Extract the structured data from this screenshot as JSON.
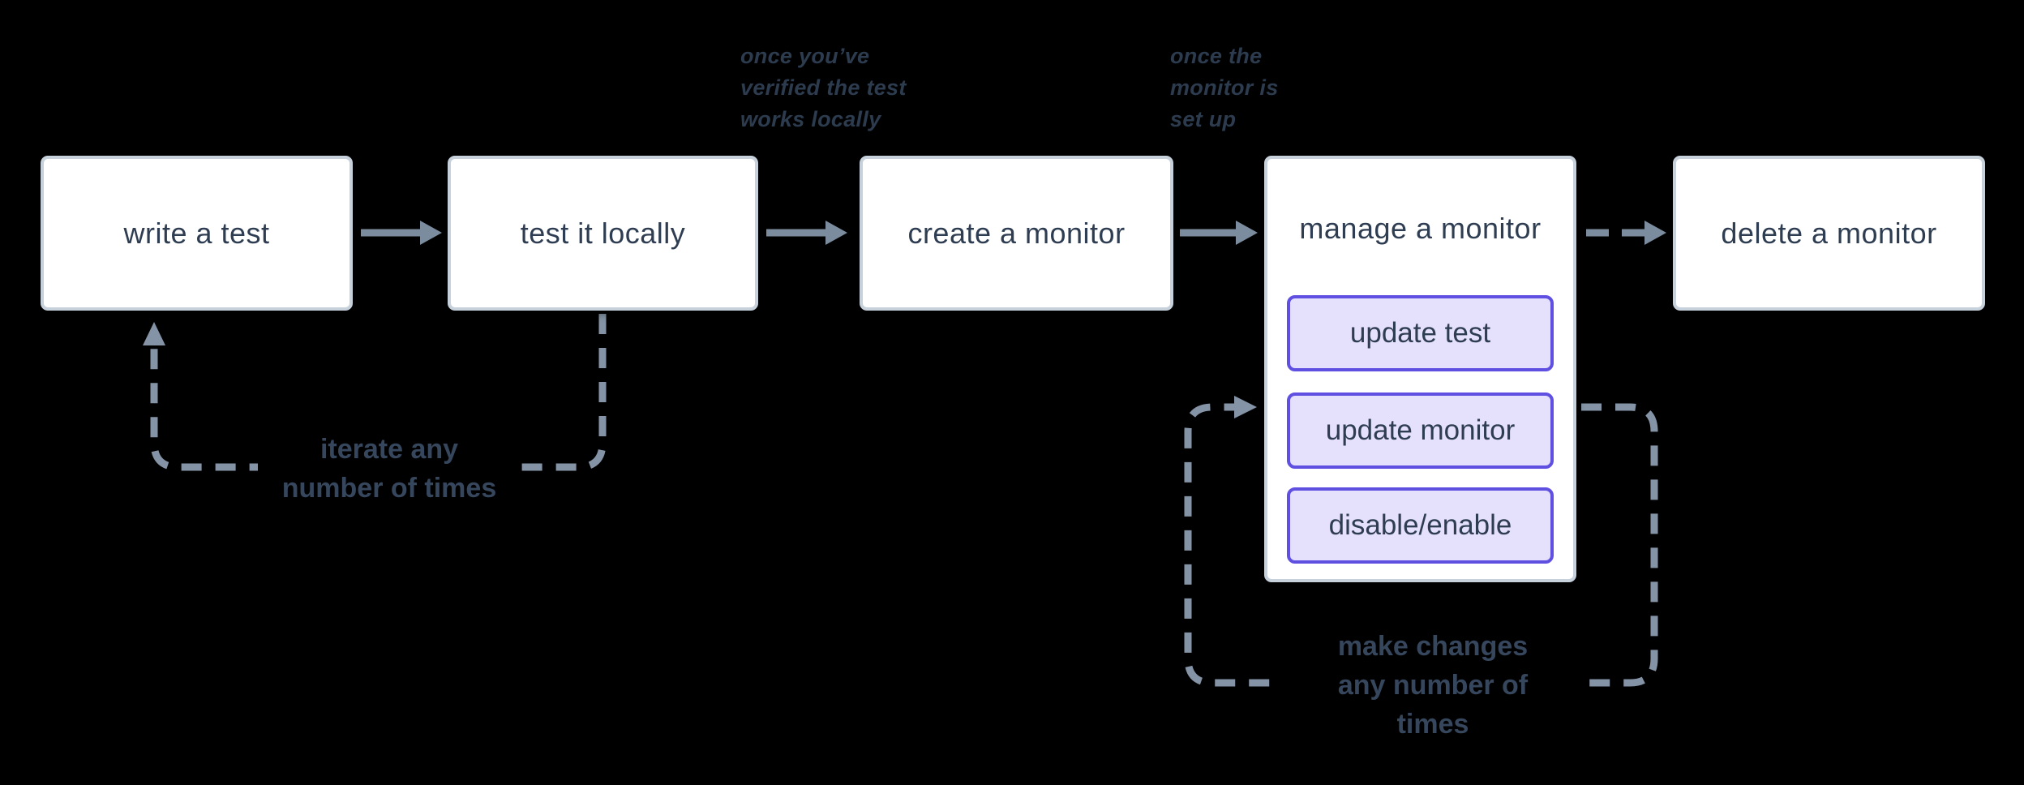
{
  "flow": {
    "nodes": [
      {
        "label": "write a test"
      },
      {
        "label": "test it locally"
      },
      {
        "label": "create a monitor"
      },
      {
        "label": "manage a monitor",
        "actions": [
          {
            "label": "update test"
          },
          {
            "label": "update monitor"
          },
          {
            "label": "disable/enable"
          }
        ]
      },
      {
        "label": "delete a monitor"
      }
    ],
    "annotations": [
      {
        "lines": [
          "once you’ve",
          "verified the test",
          "works locally"
        ]
      },
      {
        "lines": [
          "once the",
          "monitor is",
          "set up"
        ]
      }
    ],
    "loop_captions": [
      {
        "lines": [
          "iterate any",
          "number of times"
        ]
      },
      {
        "lines": [
          "make changes",
          "any number of",
          "times"
        ]
      }
    ]
  },
  "colors": {
    "background": "#000000",
    "node_background": "#ffffff",
    "node_border": "#c7d1dc",
    "node_text": "#2e3d51",
    "action_background": "#e5e0fb",
    "action_border": "#5f50e2",
    "solid_arrow": "#7b8c9f",
    "dashed_line": "#8494a6",
    "annotation_text": "#2d3b4f",
    "caption_text": "#36465c"
  }
}
